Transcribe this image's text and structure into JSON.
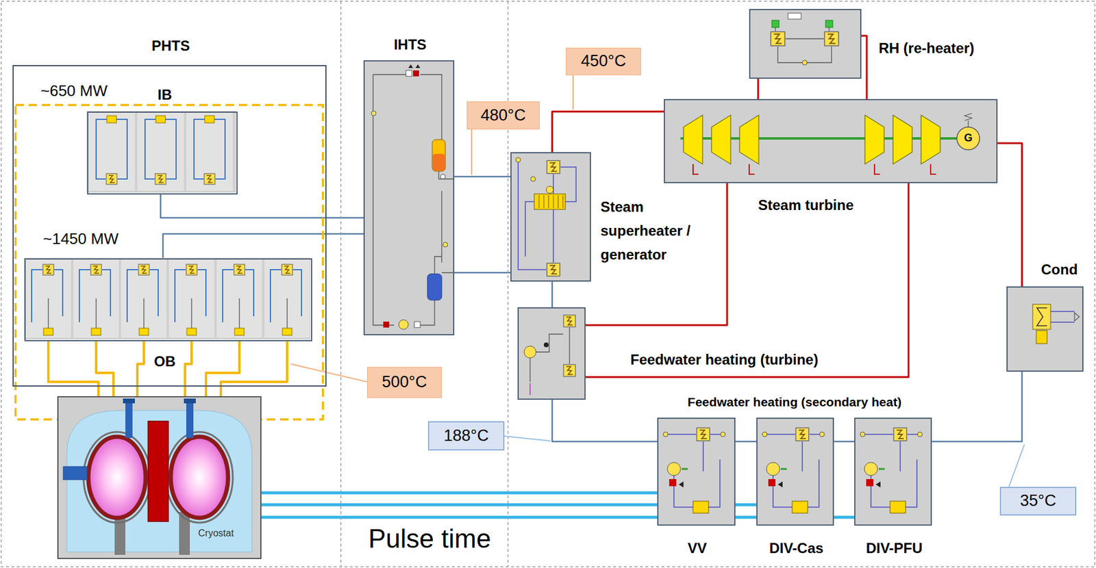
{
  "diagram": {
    "nodes": [
      {
        "text": [
          "PHTS"
        ]
      },
      {
        "text": [
          "~650 MW",
          "IB"
        ],
        "in": 0
      },
      {
        "text": [
          "~1450 MW",
          "OB"
        ],
        "in": 0
      },
      {
        "text": [
          "Cryostat"
        ]
      },
      {
        "text": [
          "IHTS"
        ]
      },
      {
        "text": [
          "RH (re-heater)"
        ]
      },
      {
        "text": [
          "Steam turbine"
        ]
      },
      {
        "text": [
          "Steam superheater / generator"
        ]
      },
      {
        "text": [
          "Feedwater heating (turbine)"
        ]
      },
      {
        "text": [
          "Cond"
        ]
      },
      {
        "text": [
          "VV"
        ]
      },
      {
        "text": [
          "DIV-Cas"
        ]
      },
      {
        "text": [
          "DIV-PFU"
        ]
      },
      {
        "text": [
          "450°C"
        ]
      },
      {
        "text": [
          "480°C"
        ]
      },
      {
        "text": [
          "500°C"
        ]
      },
      {
        "text": [
          "188°C"
        ]
      },
      {
        "text": [
          "35°C"
        ]
      }
    ],
    "edges": [
      {
        "from": 3,
        "to": 2,
        "arrow": "none"
      },
      {
        "from": 1,
        "to": 4,
        "arrow": "none"
      },
      {
        "from": 2,
        "to": 4,
        "arrow": "none"
      },
      {
        "from": 4,
        "to": 7,
        "arrow": "none"
      },
      {
        "from": 4,
        "to": 7,
        "arrow": "none"
      },
      {
        "from": 7,
        "to": 6,
        "arrow": "none"
      },
      {
        "from": 6,
        "to": 5,
        "arrow": "none"
      },
      {
        "from": 6,
        "to": 5,
        "arrow": "none"
      },
      {
        "from": 6,
        "to": 8,
        "arrow": "none"
      },
      {
        "from": 6,
        "to": 8,
        "arrow": "none"
      },
      {
        "from": 6,
        "to": 9,
        "arrow": "none"
      },
      {
        "from": 9,
        "to": 12,
        "arrow": "none"
      },
      {
        "from": 12,
        "to": 11,
        "arrow": "none"
      },
      {
        "from": 11,
        "to": 10,
        "arrow": "none"
      },
      {
        "from": 10,
        "to": 8,
        "arrow": "none"
      },
      {
        "from": 8,
        "to": 7,
        "arrow": "none"
      },
      {
        "from": 3,
        "to": 10,
        "arrow": "none"
      },
      {
        "from": 3,
        "to": 11,
        "arrow": "none"
      },
      {
        "from": 3,
        "to": 12,
        "arrow": "none"
      }
    ],
    "labels": [
      "Feedwater heating (secondary heat)",
      "Pulse time",
      "G"
    ]
  }
}
